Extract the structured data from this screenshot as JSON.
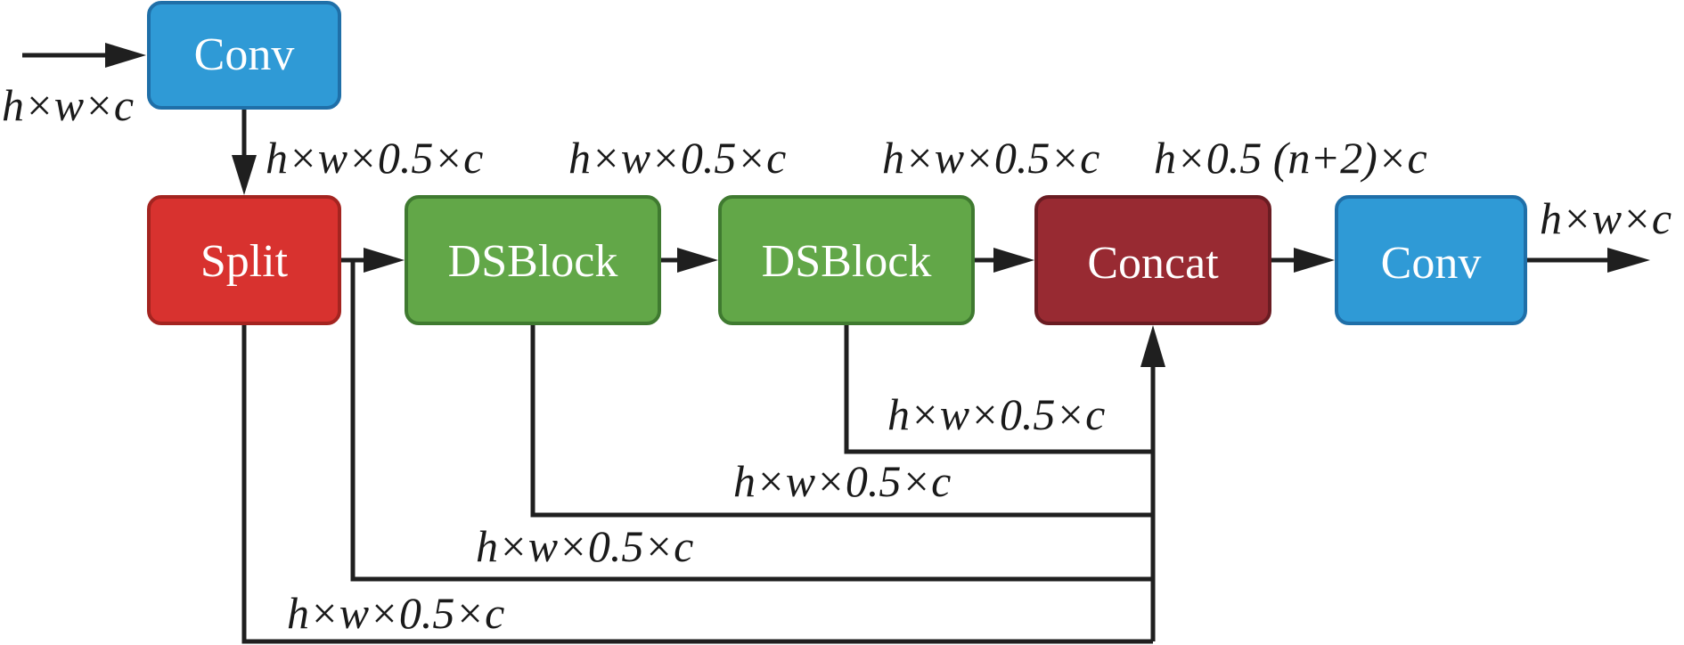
{
  "colors": {
    "conv": "#2f9ad6",
    "conv_border": "#1f6fa8",
    "split": "#d8322f",
    "split_border": "#a42420",
    "dsblock": "#62a748",
    "dsblock_border": "#3f7a30",
    "concat": "#982a32",
    "concat_border": "#6a1c22",
    "line": "#1f1f1f"
  },
  "blocks": {
    "conv_in": "Conv",
    "split": "Split",
    "dsblock1": "DSBlock",
    "dsblock2": "DSBlock",
    "concat": "Concat",
    "conv_out": "Conv"
  },
  "dims": {
    "input": "h×w×c",
    "after_conv": "h×w×0.5×c",
    "after_split": "h×w×0.5×c",
    "after_ds1": "h×w×0.5×c",
    "after_concat": "h×0.5 (n+2)×c",
    "output": "h×w×c",
    "skip_ds2": "h×w×0.5×c",
    "skip_ds1": "h×w×0.5×c",
    "skip_split_a": "h×w×0.5×c",
    "skip_split_b": "h×w×0.5×c"
  }
}
